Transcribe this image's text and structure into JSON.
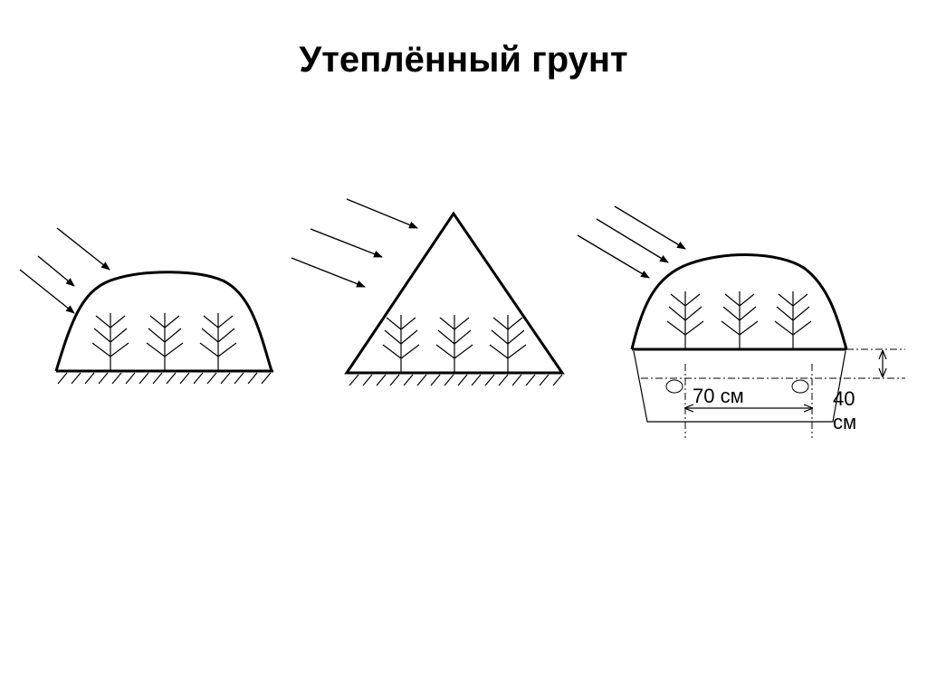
{
  "slide": {
    "title": "Утеплённый грунт"
  },
  "diagram": {
    "figures": [
      {
        "id": "arched-shelter",
        "plants": 3,
        "sun_rays": 3
      },
      {
        "id": "triangular-shelter",
        "plants": 3,
        "sun_rays": 3
      },
      {
        "id": "raised-bed-shelter",
        "plants": 3,
        "sun_rays": 3
      }
    ],
    "dimensions": {
      "width_label": "70 см",
      "depth_label": "40 см"
    }
  }
}
